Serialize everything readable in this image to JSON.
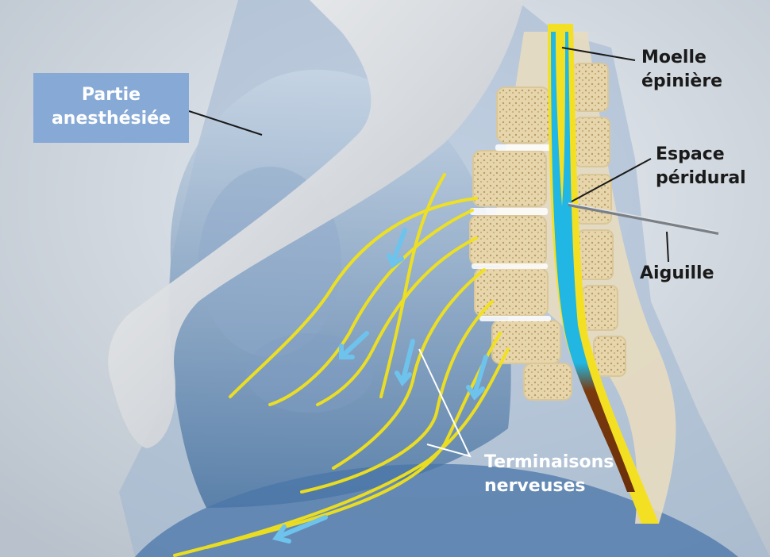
{
  "labels": {
    "anesthetized_area": [
      "Partie",
      "anesthésiée"
    ],
    "spinal_cord": [
      "Moelle",
      "épinière"
    ],
    "epidural_space": [
      "Espace",
      "péridural"
    ],
    "needle": "Aiguille",
    "nerve_endings": [
      "Terminaisons",
      "nerveuses"
    ]
  },
  "colors": {
    "label_box": "#86a9d6",
    "nerve": "#f2e21a",
    "csf": "#18b6e6",
    "blood": "#7a3a0e",
    "bone": "#efe3bf",
    "arrow": "#6ec3ec"
  }
}
